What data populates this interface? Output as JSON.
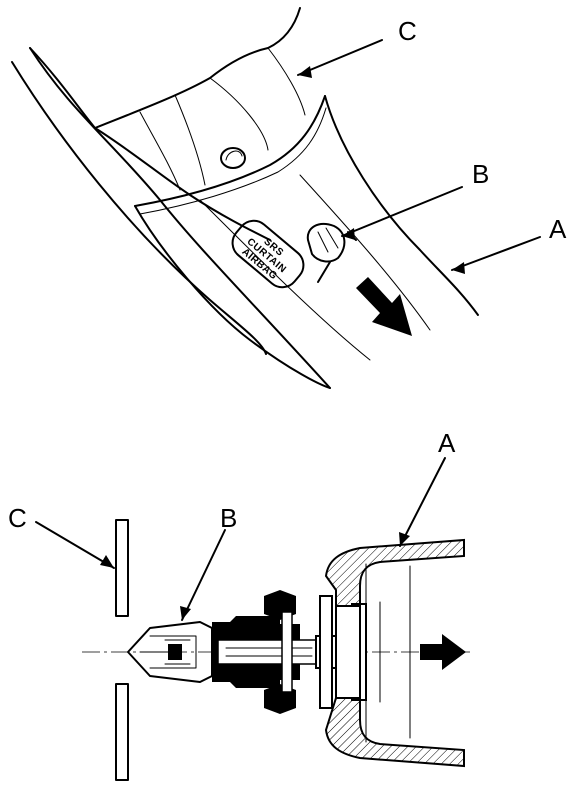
{
  "top_view": {
    "callouts": {
      "a": "A",
      "b": "B",
      "c": "C"
    },
    "badge": {
      "line1": "SRS",
      "line2": "CURTAIN",
      "line3": "AIRBAG"
    }
  },
  "section_view": {
    "callouts": {
      "a": "A",
      "b": "B",
      "c": "C"
    }
  },
  "colors": {
    "ink": "#000000",
    "paper": "#ffffff"
  },
  "icons": {
    "pull_direction": "arrow-icon"
  }
}
